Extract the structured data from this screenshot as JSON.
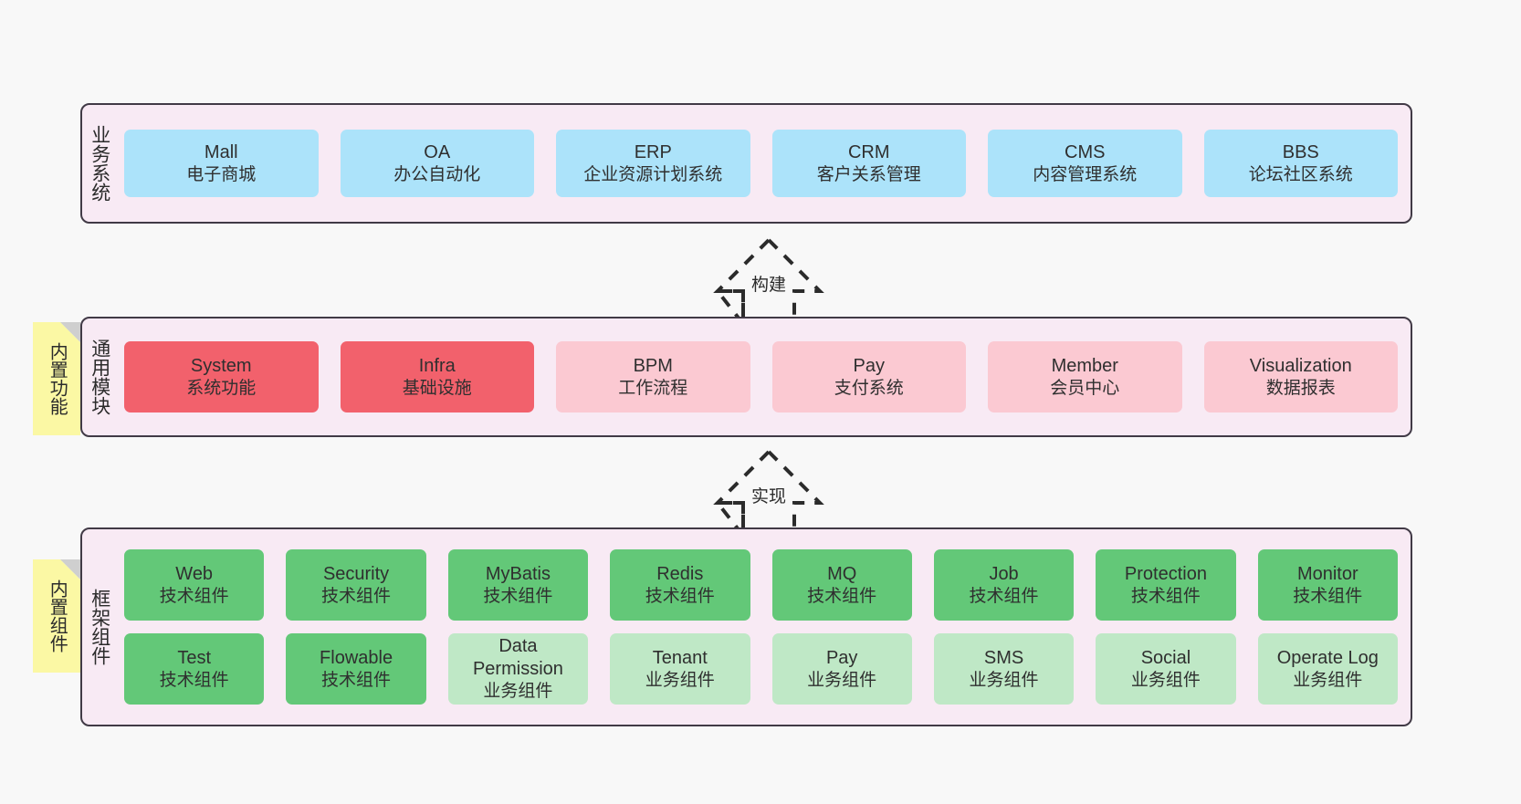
{
  "layers": [
    {
      "key": "business",
      "title": "业务系统",
      "rows": [
        {
          "cards": [
            {
              "en": "Mall",
              "cn": "电子商城",
              "style": "c-blue"
            },
            {
              "en": "OA",
              "cn": "办公自动化",
              "style": "c-blue"
            },
            {
              "en": "ERP",
              "cn": "企业资源计划系统",
              "style": "c-blue"
            },
            {
              "en": "CRM",
              "cn": "客户关系管理",
              "style": "c-blue"
            },
            {
              "en": "CMS",
              "cn": "内容管理系统",
              "style": "c-blue"
            },
            {
              "en": "BBS",
              "cn": "论坛社区系统",
              "style": "c-blue"
            }
          ]
        }
      ]
    },
    {
      "key": "common",
      "title": "通用模块",
      "rows": [
        {
          "cards": [
            {
              "en": "System",
              "cn": "系统功能",
              "style": "c-red"
            },
            {
              "en": "Infra",
              "cn": "基础设施",
              "style": "c-red"
            },
            {
              "en": "BPM",
              "cn": "工作流程",
              "style": "c-pink"
            },
            {
              "en": "Pay",
              "cn": "支付系统",
              "style": "c-pink"
            },
            {
              "en": "Member",
              "cn": "会员中心",
              "style": "c-pink"
            },
            {
              "en": "Visualization",
              "cn": "数据报表",
              "style": "c-pink"
            }
          ]
        }
      ]
    },
    {
      "key": "framework",
      "title": "框架组件",
      "rows": [
        {
          "cards": [
            {
              "en": "Web",
              "cn": "技术组件",
              "style": "c-green"
            },
            {
              "en": "Security",
              "cn": "技术组件",
              "style": "c-green"
            },
            {
              "en": "MyBatis",
              "cn": "技术组件",
              "style": "c-green"
            },
            {
              "en": "Redis",
              "cn": "技术组件",
              "style": "c-green"
            },
            {
              "en": "MQ",
              "cn": "技术组件",
              "style": "c-green"
            },
            {
              "en": "Job",
              "cn": "技术组件",
              "style": "c-green"
            },
            {
              "en": "Protection",
              "cn": "技术组件",
              "style": "c-green"
            },
            {
              "en": "Monitor",
              "cn": "技术组件",
              "style": "c-green"
            }
          ]
        },
        {
          "cards": [
            {
              "en": "Test",
              "cn": "技术组件",
              "style": "c-green"
            },
            {
              "en": "Flowable",
              "cn": "技术组件",
              "style": "c-green"
            },
            {
              "en": "Data Permission",
              "cn": "业务组件",
              "style": "c-greenlight"
            },
            {
              "en": "Tenant",
              "cn": "业务组件",
              "style": "c-greenlight"
            },
            {
              "en": "Pay",
              "cn": "业务组件",
              "style": "c-greenlight"
            },
            {
              "en": "SMS",
              "cn": "业务组件",
              "style": "c-greenlight"
            },
            {
              "en": "Social",
              "cn": "业务组件",
              "style": "c-greenlight"
            },
            {
              "en": "Operate Log",
              "cn": "业务组件",
              "style": "c-greenlight"
            }
          ]
        }
      ]
    }
  ],
  "notes": [
    {
      "key": "func",
      "text": "内置功能"
    },
    {
      "key": "comp",
      "text": "内置组件"
    }
  ],
  "arrows": [
    {
      "key": "build",
      "label": "构建"
    },
    {
      "key": "impl",
      "label": "实现"
    }
  ],
  "colors": {
    "canvas_bg": "#f8f8f8",
    "layer_bg": "#f8eaf4",
    "layer_border": "#413a46",
    "business_card": "#ace3fa",
    "common_core_card": "#f2616c",
    "common_card": "#fbc9d2",
    "tech_card": "#63c878",
    "biz_card": "#bfe8c6",
    "note_bg": "#fbf8a4",
    "note_fold": "#cfcfcf",
    "arrow_stroke": "#2b2b2b",
    "text": "#2f2f2f"
  }
}
